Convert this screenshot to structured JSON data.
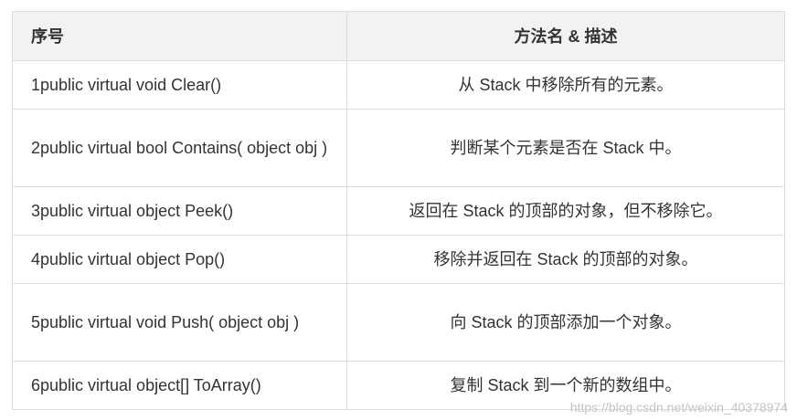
{
  "table": {
    "headers": [
      "序号",
      "方法名 & 描述"
    ],
    "rows": [
      {
        "method": "1public virtual void Clear()",
        "description": "从 Stack 中移除所有的元素。"
      },
      {
        "method": "2public virtual bool Contains( object obj )",
        "description": "判断某个元素是否在 Stack 中。"
      },
      {
        "method": "3public virtual object Peek()",
        "description": "返回在 Stack 的顶部的对象，但不移除它。"
      },
      {
        "method": "4public virtual object Pop()",
        "description": "移除并返回在 Stack 的顶部的对象。"
      },
      {
        "method": "5public virtual void Push( object obj )",
        "description": "向 Stack 的顶部添加一个对象。"
      },
      {
        "method": "6public virtual object[] ToArray()",
        "description": "复制 Stack 到一个新的数组中。"
      }
    ]
  },
  "watermark": "https://blog.csdn.net/weixin_40378974"
}
